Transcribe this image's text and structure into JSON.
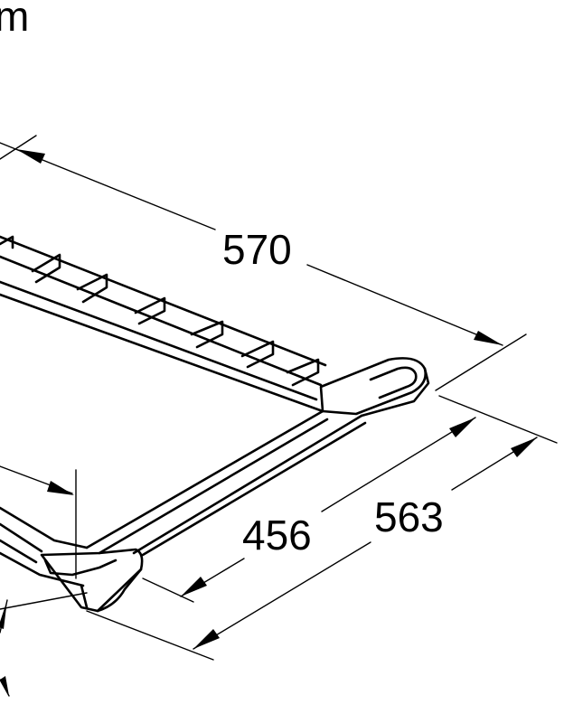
{
  "unit_label": "m",
  "dimensions": {
    "width_label": "570",
    "inner_depth_label": "456",
    "outer_depth_label": "563"
  }
}
